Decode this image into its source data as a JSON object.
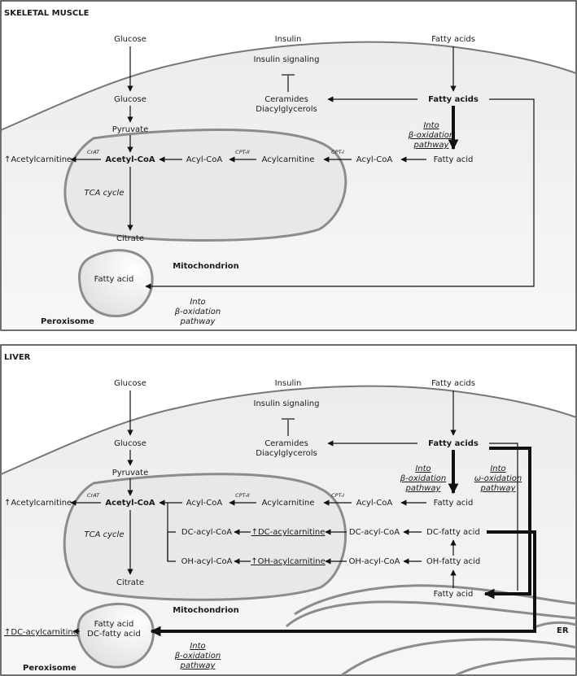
{
  "panels": {
    "skeletal": {
      "title": "SKELETAL MUSCLE",
      "glucose_top": "Glucose",
      "insulin": "Insulin",
      "fatty_acids_top": "Fatty acids",
      "insulin_signaling": "Insulin signaling",
      "glucose": "Glucose",
      "ceramides": "Ceramides",
      "diacylglycerols": "Diacylglycerols",
      "fatty_acids_bold": "Fatty acids",
      "pyruvate": "Pyruvate",
      "into_beta_1": "Into",
      "into_beta_2": "β-oxidation",
      "into_beta_3": "pathway",
      "acetylcarnitine": "↑Acetylcarnitine",
      "crat": "CrAT",
      "acetyl_coa": "Acetyl-CoA",
      "acyl_coa_1": "Acyl-CoA",
      "cpt2": "CPT-II",
      "acylcarnitine": "Acylcarnitine",
      "cpt1": "CPT-I",
      "acyl_coa_2": "Acyl-CoA",
      "fatty_acid": "Fatty acid",
      "tca": "TCA cycle",
      "citrate": "Citrate",
      "mitochondrion": "Mitochondrion",
      "perox_fatty_acid": "Fatty acid",
      "perox_into_1": "Into",
      "perox_into_2": "β-oxidation",
      "perox_into_3": "pathway",
      "peroxisome": "Peroxisome"
    },
    "liver": {
      "title": "LIVER",
      "glucose_top": "Glucose",
      "insulin": "Insulin",
      "fatty_acids_top": "Fatty acids",
      "insulin_signaling": "Insulin signaling",
      "glucose": "Glucose",
      "ceramides": "Ceramides",
      "diacylglycerols": "Diacylglycerols",
      "fatty_acids_bold": "Fatty acids",
      "pyruvate": "Pyruvate",
      "into_beta_1": "Into",
      "into_beta_2": "β-oxidation",
      "into_beta_3": "pathway",
      "into_omega_1": "Into",
      "into_omega_2": "ω-oxidation",
      "into_omega_3": "pathway",
      "acetylcarnitine": "↑Acetylcarnitine",
      "crat": "CrAT",
      "acetyl_coa": "Acetyl-CoA",
      "acyl_coa_1": "Acyl-CoA",
      "cpt2": "CPT-II",
      "acylcarnitine": "Acylcarnitine",
      "cpt1": "CPT-I",
      "acyl_coa_2": "Acyl-CoA",
      "fatty_acid": "Fatty acid",
      "tca": "TCA cycle",
      "dc_acyl_coa_left": "DC-acyl-CoA",
      "dc_acylcarnitine": "↑DC-acylcarnitine",
      "dc_acyl_coa_right": "DC-acyl-CoA",
      "dc_fatty_acid": "DC-fatty acid",
      "oh_acyl_coa_left": "OH-acyl-CoA",
      "oh_acylcarnitine": "↑OH-acylcarnitine",
      "oh_acyl_coa_right": "OH-acyl-CoA",
      "oh_fatty_acid": "OH-fatty acid",
      "citrate": "Citrate",
      "er_fatty_acid": "Fatty acid",
      "mitochondrion": "Mitochondrion",
      "er": "ER",
      "perox_fatty_acid": "Fatty acid",
      "perox_dc_fatty_acid": "DC-fatty acid",
      "dc_acylcarnitine_out": "↑DC-acylcarnitine",
      "perox_into_1": "Into",
      "perox_into_2": "β-oxidation",
      "perox_into_3": "pathway",
      "peroxisome": "Peroxisome"
    }
  },
  "colors": {
    "panel_border": "#3a3a3a",
    "cell_fill": "#eeeeee",
    "organelle_stroke": "#8c8c8c",
    "arrow": "#111111"
  }
}
